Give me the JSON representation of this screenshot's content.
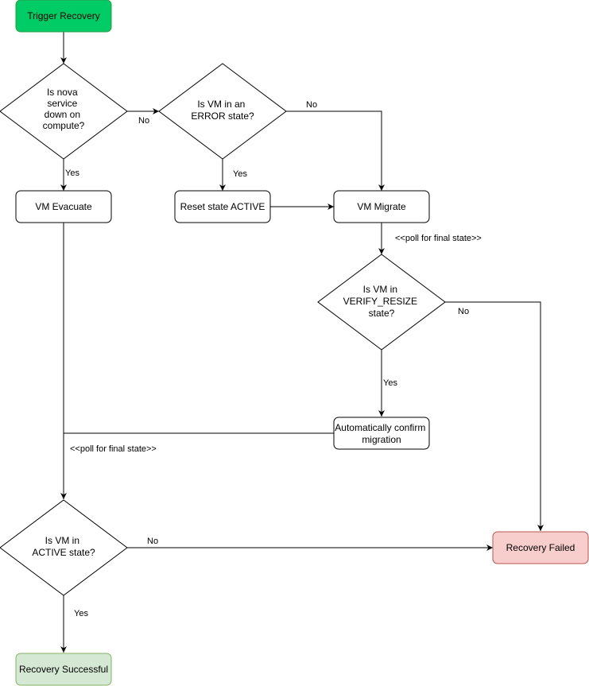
{
  "colors": {
    "start_fill": "#00cc66",
    "start_stroke": "#2d9d4a",
    "success_fill": "#d5e8d4",
    "success_stroke": "#82b366",
    "failed_fill": "#f8cecc",
    "failed_stroke": "#b85450",
    "default_fill": "#ffffff",
    "default_stroke": "#000000"
  },
  "nodes": {
    "trigger": [
      "Trigger Recovery"
    ],
    "is_nova_down": [
      "Is nova",
      "service",
      "down on",
      "compute?"
    ],
    "is_vm_error": [
      "Is VM in an",
      "ERROR state?"
    ],
    "vm_evacuate": [
      "VM Evacuate"
    ],
    "reset_state": [
      "Reset state ACTIVE"
    ],
    "vm_migrate": [
      "VM Migrate"
    ],
    "is_verify_resize": [
      "Is VM in",
      "VERIFY_RESIZE",
      "state?"
    ],
    "confirm_migration": [
      "Automatically confirm",
      "migration"
    ],
    "is_active": [
      "Is VM in",
      "ACTIVE state?"
    ],
    "recovery_failed": [
      "Recovery Failed"
    ],
    "recovery_successful": [
      "Recovery Successful"
    ]
  },
  "edge_labels": {
    "nova_no": "No",
    "nova_yes": "Yes",
    "error_no": "No",
    "error_yes": "Yes",
    "migrate_poll": "<<poll for final state>>",
    "verify_no": "No",
    "verify_yes": "Yes",
    "evacuate_poll": "<<poll for final state>>",
    "active_no": "No",
    "active_yes": "Yes"
  }
}
